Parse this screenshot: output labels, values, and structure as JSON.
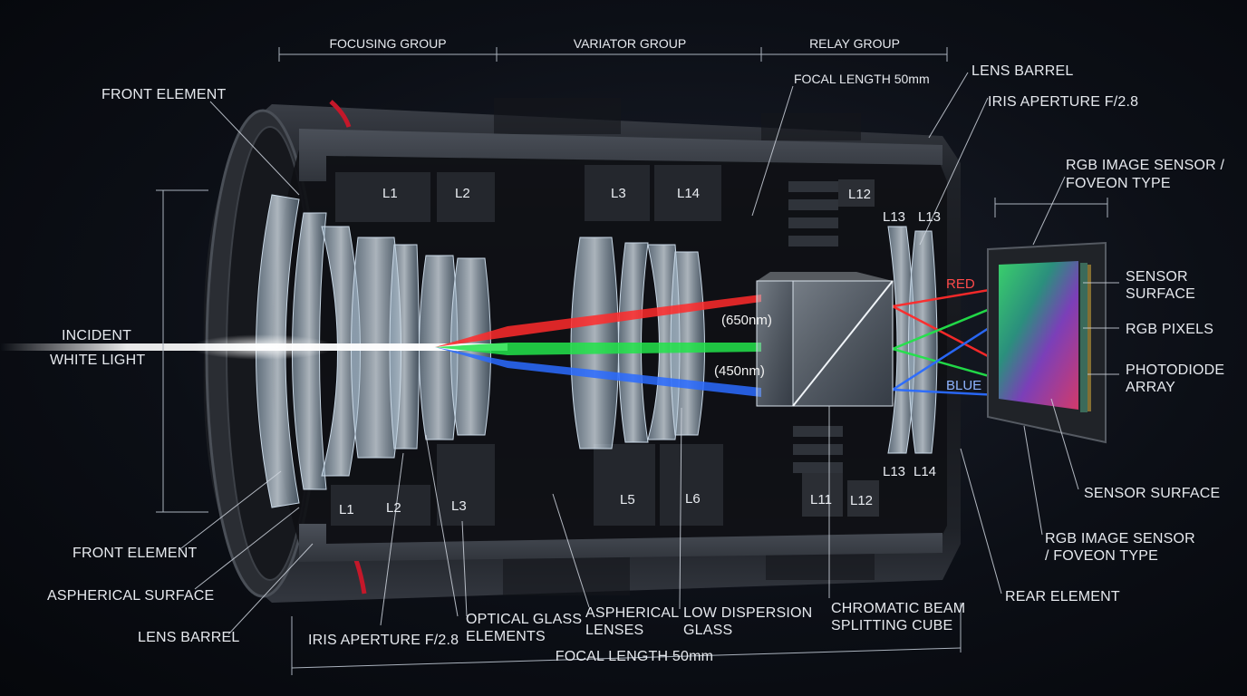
{
  "groups": {
    "focusing": "FOCUSING GROUP",
    "variator": "VARIATOR GROUP",
    "relay": "RELAY GROUP"
  },
  "labels": {
    "front_element_top": "FRONT ELEMENT",
    "incident_1": "INCIDENT",
    "incident_2": "WHITE LIGHT",
    "front_element_bottom": "FRONT ELEMENT",
    "aspherical_surface": "ASPHERICAL SURFACE",
    "lens_barrel_bottom": "LENS BARREL",
    "iris_bottom": "IRIS APERTURE F/2.8",
    "optical_glass_1": "OPTICAL GLASS",
    "optical_glass_2": "ELEMENTS",
    "aspherical_lenses_1": "ASPHERICAL",
    "aspherical_lenses_2": "LENSES",
    "low_dispersion_1": "LOW DISPERSION",
    "low_dispersion_2": "GLASS",
    "chromatic_1": "CHROMATIC BEAM",
    "chromatic_2": "SPLITTING CUBE",
    "focal_length_bottom": "FOCAL LENGTH 50mm",
    "focal_length_top": "FOCAL LENGTH 50mm",
    "lens_barrel_top": "LENS BARREL",
    "iris_top": "IRIS APERTURE F/2.8",
    "rgb_sensor_top_1": "RGB IMAGE SENSOR /",
    "rgb_sensor_top_2": "FOVEON TYPE",
    "sensor_surface_1": "SENSOR",
    "sensor_surface_2": "SURFACE",
    "rgb_pixels": "RGB PIXELS",
    "photodiode_1": "PHOTODIODE",
    "photodiode_2": "ARRAY",
    "sensor_surface_bottom": "SENSOR SURFACE",
    "rgb_sensor_bottom_1": "RGB IMAGE SENSOR",
    "rgb_sensor_bottom_2": "/ FOVEON TYPE",
    "rear_element": "REAR ELEMENT",
    "red": "RED",
    "blue": "BLUE",
    "wl_650": "(650nm)",
    "wl_450": "(450nm)"
  },
  "elements": {
    "top": [
      "L1",
      "L2",
      "L3",
      "L14",
      "L12",
      "L13",
      "L13"
    ],
    "bottom": [
      "L1",
      "L2",
      "L3",
      "L5",
      "L6",
      "L11",
      "L12",
      "L13",
      "L14"
    ]
  },
  "colors": {
    "red": "#ff2a2a",
    "green": "#22e34a",
    "blue": "#2a6bff",
    "white": "#ffffff",
    "body": "#1c1f25",
    "accent_ring": "#c4182a"
  }
}
